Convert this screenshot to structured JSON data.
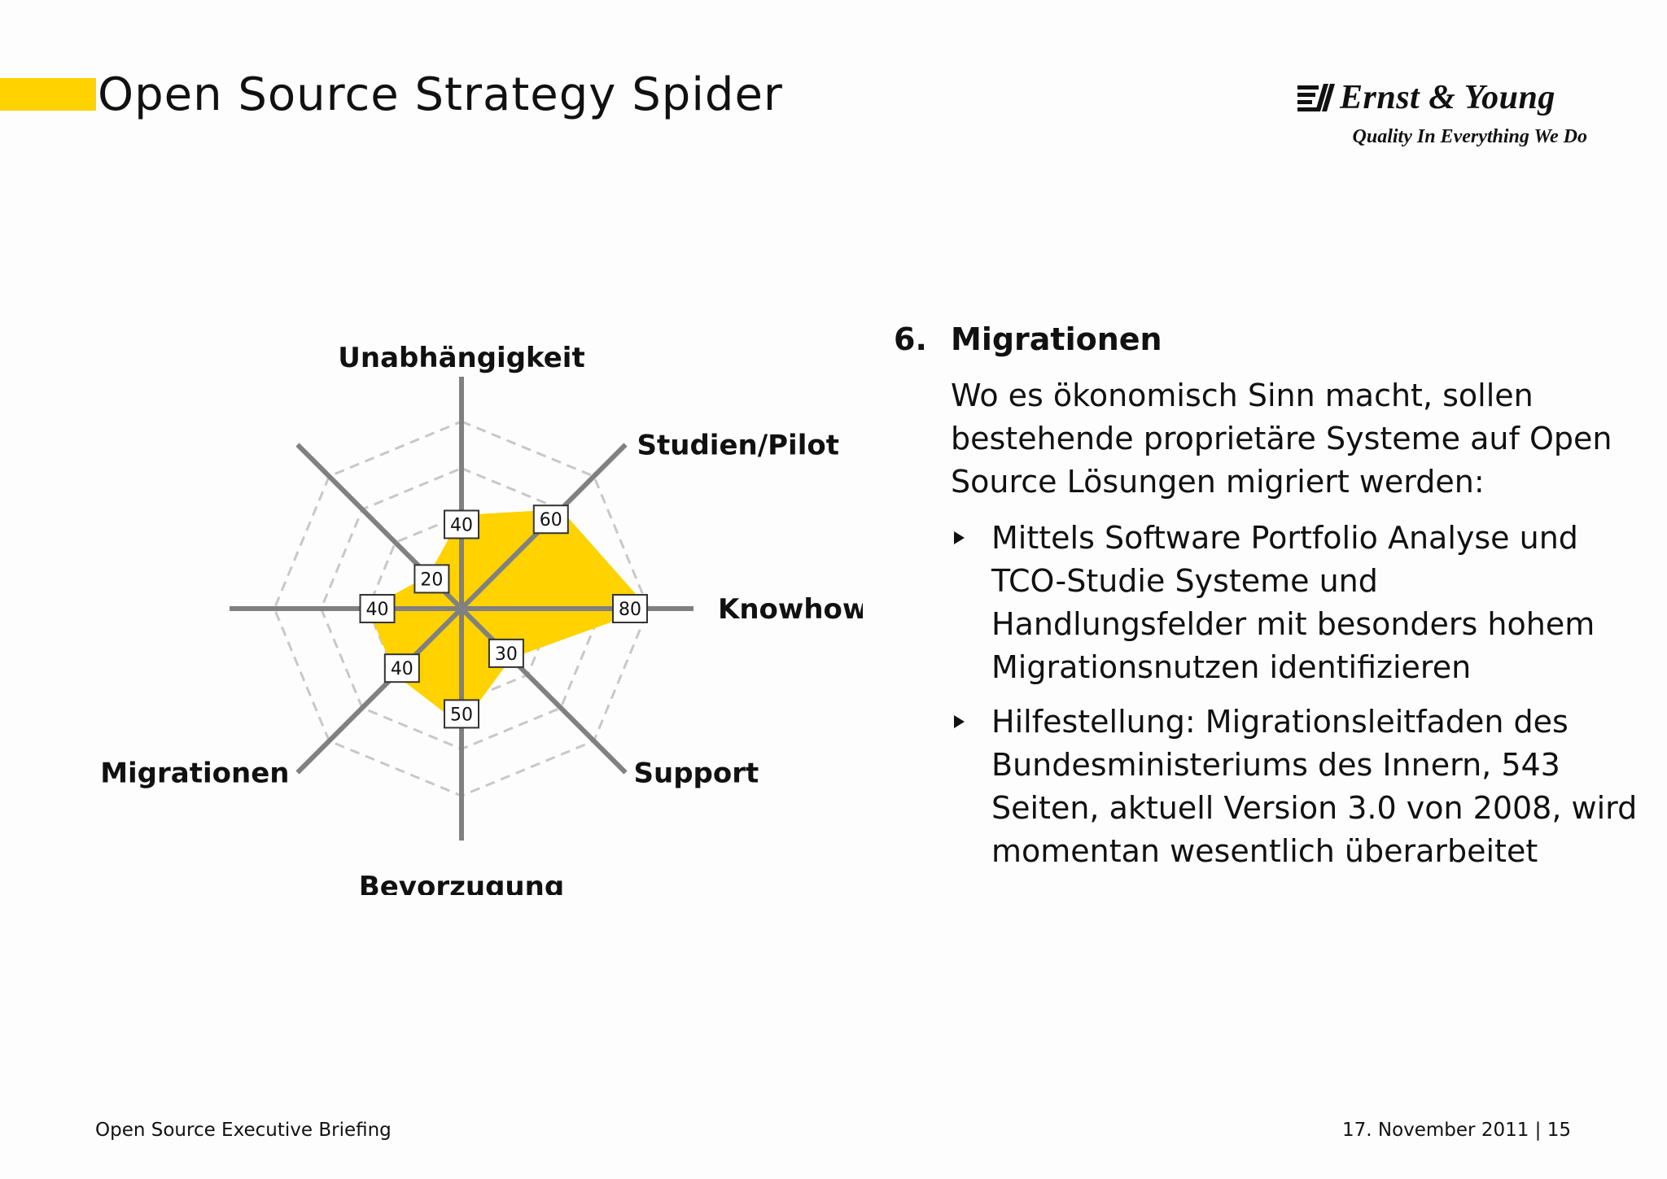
{
  "header": {
    "title": "Open Source Strategy Spider",
    "accent_color": "#ffd200",
    "logo": {
      "name": "Ernst & Young",
      "tagline": "Quality In Everything We Do",
      "icon": "ernst-young-beam-icon"
    }
  },
  "chart_data": {
    "type": "radar",
    "title": "",
    "axes": [
      "Unabhängigkeit",
      "Studien/Pilot",
      "Knowhow",
      "Support",
      "Bevorzugung",
      "Migrationen",
      "",
      ""
    ],
    "series": [
      {
        "values": [
          40,
          60,
          80,
          30,
          50,
          40,
          40,
          20
        ]
      }
    ],
    "value_labels": [
      "40",
      "60",
      "80",
      "30",
      "50",
      "40",
      "40",
      "20"
    ],
    "range": [
      0,
      80
    ],
    "grid_rings": [
      20,
      40,
      60,
      80
    ],
    "grid_style": "dashed octagon",
    "fill_color": "#ffd200",
    "axis_color": "#808080",
    "legend": "none"
  },
  "content": {
    "heading_number": "6.",
    "heading": "Migrationen",
    "paragraph": "Wo es ökonomisch Sinn macht, sollen bestehende proprietäre Systeme auf Open Source Lösungen migriert werden:",
    "bullets": [
      "Mittels Software Portfolio Analyse und TCO-Studie Systeme und Handlungsfelder mit besonders hohem Migrationsnutzen identifizieren",
      "Hilfestellung: Migrationsleitfaden des Bundesministeriums des Innern, 543 Seiten, aktuell Version 3.0 von 2008, wird momentan wesentlich überarbeitet"
    ]
  },
  "footer": {
    "left": "Open Source Executive Briefing",
    "right": "17. November 2011 | 15"
  }
}
